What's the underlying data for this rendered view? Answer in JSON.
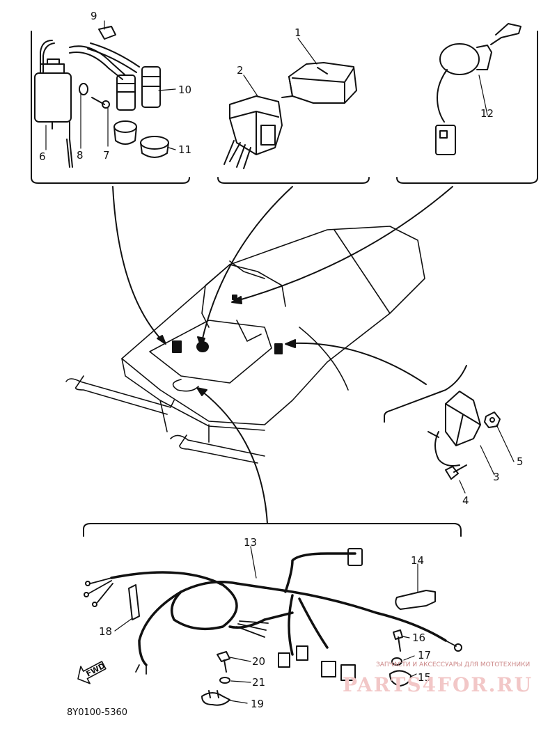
{
  "diagram": {
    "part_labels": [
      "1",
      "2",
      "3",
      "4",
      "5",
      "6",
      "7",
      "8",
      "9",
      "10",
      "11",
      "12",
      "13",
      "14",
      "15",
      "16",
      "17",
      "18",
      "19",
      "20",
      "21"
    ],
    "drawing_code": "8Y0100-5360",
    "fwd_label": "FWD",
    "watermark": {
      "tagline": "ЗАПЧАСТИ И АКСЕССУАРЫ ДЛЯ МОТОТЕХНИКИ",
      "site": "PARTS4FOR.RU"
    }
  }
}
